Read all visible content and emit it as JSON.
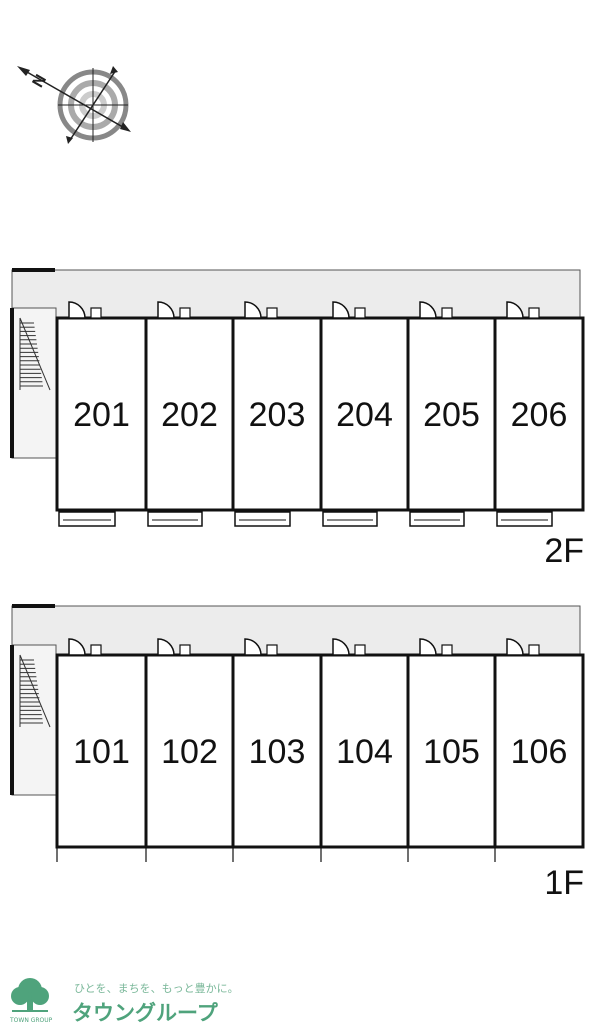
{
  "compass": {
    "north_label": "N",
    "icon": "compass-rose-icon"
  },
  "floors": [
    {
      "label": "2F",
      "units": [
        "201",
        "202",
        "203",
        "204",
        "205",
        "206"
      ]
    },
    {
      "label": "1F",
      "units": [
        "101",
        "102",
        "103",
        "104",
        "105",
        "106"
      ]
    }
  ],
  "logo": {
    "tagline": "ひとを、まちを、もっと豊かに。",
    "name": "タウングループ",
    "small": "TOWN GROUP",
    "icon": "tree-icon",
    "color": "#4fa37c"
  }
}
